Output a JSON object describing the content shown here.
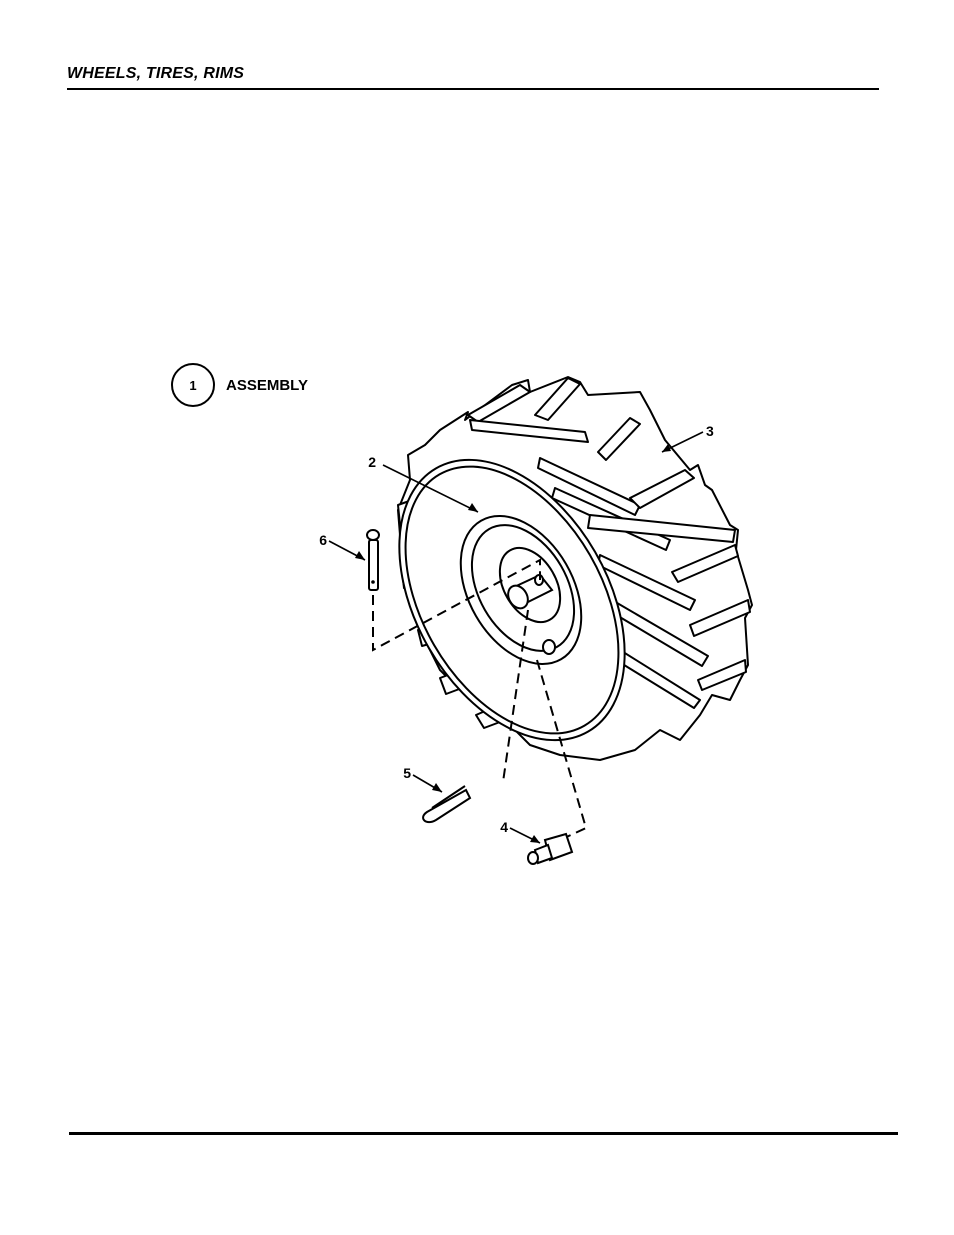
{
  "header": {
    "title": "WHEELS, TIRES, RIMS"
  },
  "legend": {
    "item_number": "1",
    "label": "ASSEMBLY"
  },
  "callouts": [
    {
      "number": "2"
    },
    {
      "number": "3"
    },
    {
      "number": "4"
    },
    {
      "number": "5"
    },
    {
      "number": "6"
    }
  ]
}
